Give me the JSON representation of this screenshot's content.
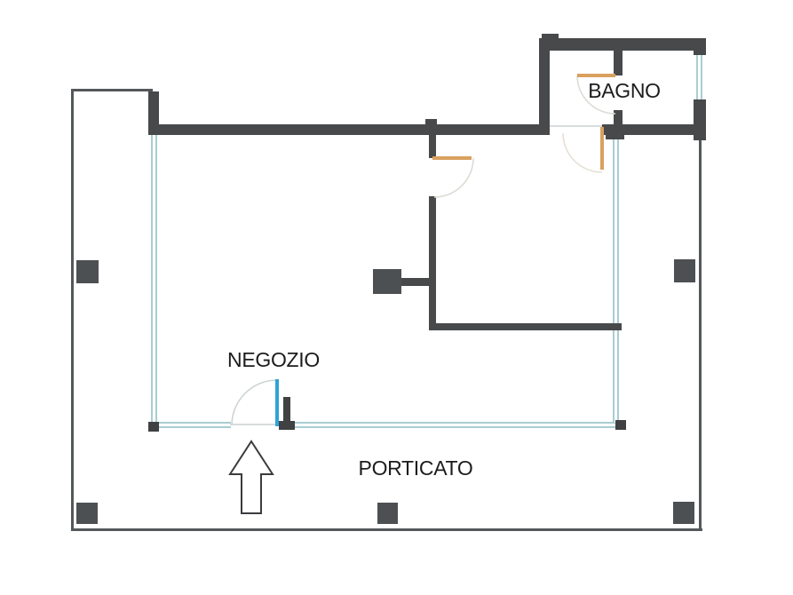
{
  "floor_plan": {
    "labels": {
      "negozio": "NEGOZIO",
      "bagno": "BAGNO",
      "porticato": "PORTICATO"
    },
    "rooms": [
      {
        "id": "negozio",
        "label": "NEGOZIO"
      },
      {
        "id": "bagno",
        "label": "BAGNO"
      },
      {
        "id": "porticato",
        "label": "PORTICATO"
      }
    ],
    "icons": {
      "entrance_arrow": "arrow-up-outline"
    },
    "colors": {
      "wall": "#47494b",
      "outer_boundary": "#55585a",
      "pillar": "#4d5052",
      "window_glass": "#a9cdd1",
      "interior_door": "#d9a05f",
      "entrance_door": "#2da4d8",
      "door_arc": "#dcdcd6",
      "background": "#ffffff",
      "text": "#1c1c1c"
    }
  }
}
